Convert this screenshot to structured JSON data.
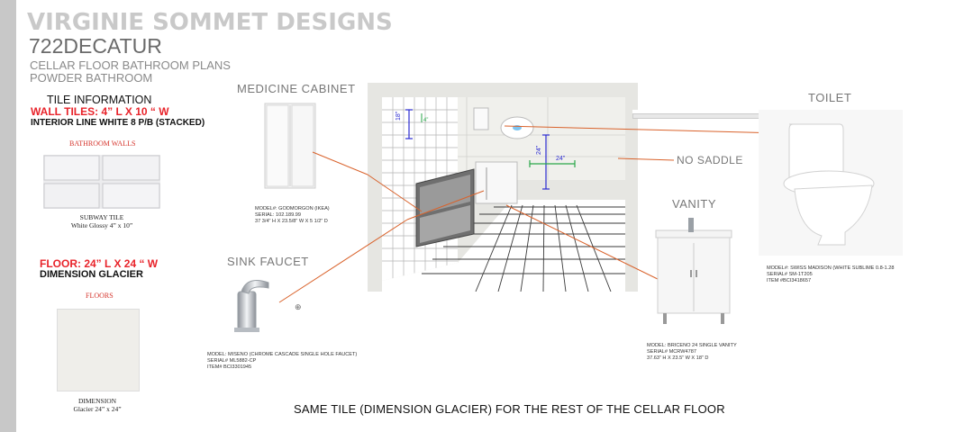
{
  "header": {
    "brand": "VIRGINIE SOMMET DESIGNS",
    "project": "722DECATUR",
    "subtitle1": "CELLAR FLOOR BATHROOM PLANS",
    "subtitle2": "POWDER BATHROOM"
  },
  "tiles": {
    "heading": "TILE INFORMATION",
    "wall_spec": "WALL TILES: 4” L X 10 “ W",
    "wall_line": "INTERIOR LINE WHITE 8 P/B (STACKED)",
    "wall_section": "BATHROOM WALLS",
    "wall_caption1": "SUBWAY TILE",
    "wall_caption2": "White Glossy 4” x 10”",
    "floor_spec": "FLOOR:  24” L X 24 “ W",
    "floor_line": "DIMENSION GLACIER",
    "floor_section": "FLOORS",
    "floor_caption1": "DIMENSION",
    "floor_caption2": "Glacier 24” x 24”"
  },
  "medicine_cabinet": {
    "title": "MEDICINE CABINET",
    "model": "MODEL#: GODMORGON (IKEA)",
    "serial": "SERIAL: 102.189.99",
    "size": "37 3/4” H  X  23.5/8” W X 5 1/2” D"
  },
  "sink_faucet": {
    "title": "SINK FAUCET",
    "model": "MODEL: MISENO (CHROME CASCADE SINGLE HOLE FAUCET)",
    "serial": "SERIAL#  ML5882-CP",
    "item": "ITEM# BCI3301945"
  },
  "plan": {
    "dim_a": "18”",
    "dim_b": "4”",
    "dim_c": "24”",
    "dim_d": "24”",
    "no_saddle": "NO SADDLE"
  },
  "vanity": {
    "title": "VANITY",
    "model": "MODEL: BRICENO 24 SINGLE VANITY",
    "serial": "SERIAL#  MCRW4787",
    "size": "37.63” H  X  23.5” W X 18” D"
  },
  "toilet": {
    "title": "TOILET",
    "model": "MODEL#: SWISS MADISON (WHITE SUBLIME 0.8-1.28",
    "serial": "SERIAL#  SM-1T205",
    "item": "ITEM #BCI3418657"
  },
  "footer": "SAME TILE (DIMENSION GLACIER) FOR THE REST OF THE CELLAR FLOOR",
  "colors": {
    "accent_red": "#e8232a",
    "brand_grey": "#c9c9c9",
    "leader_orange": "#d9622b",
    "dimension_blue": "#2b2bd1",
    "dimension_green": "#2aa64a"
  },
  "icons": [
    "zoom-icon"
  ]
}
